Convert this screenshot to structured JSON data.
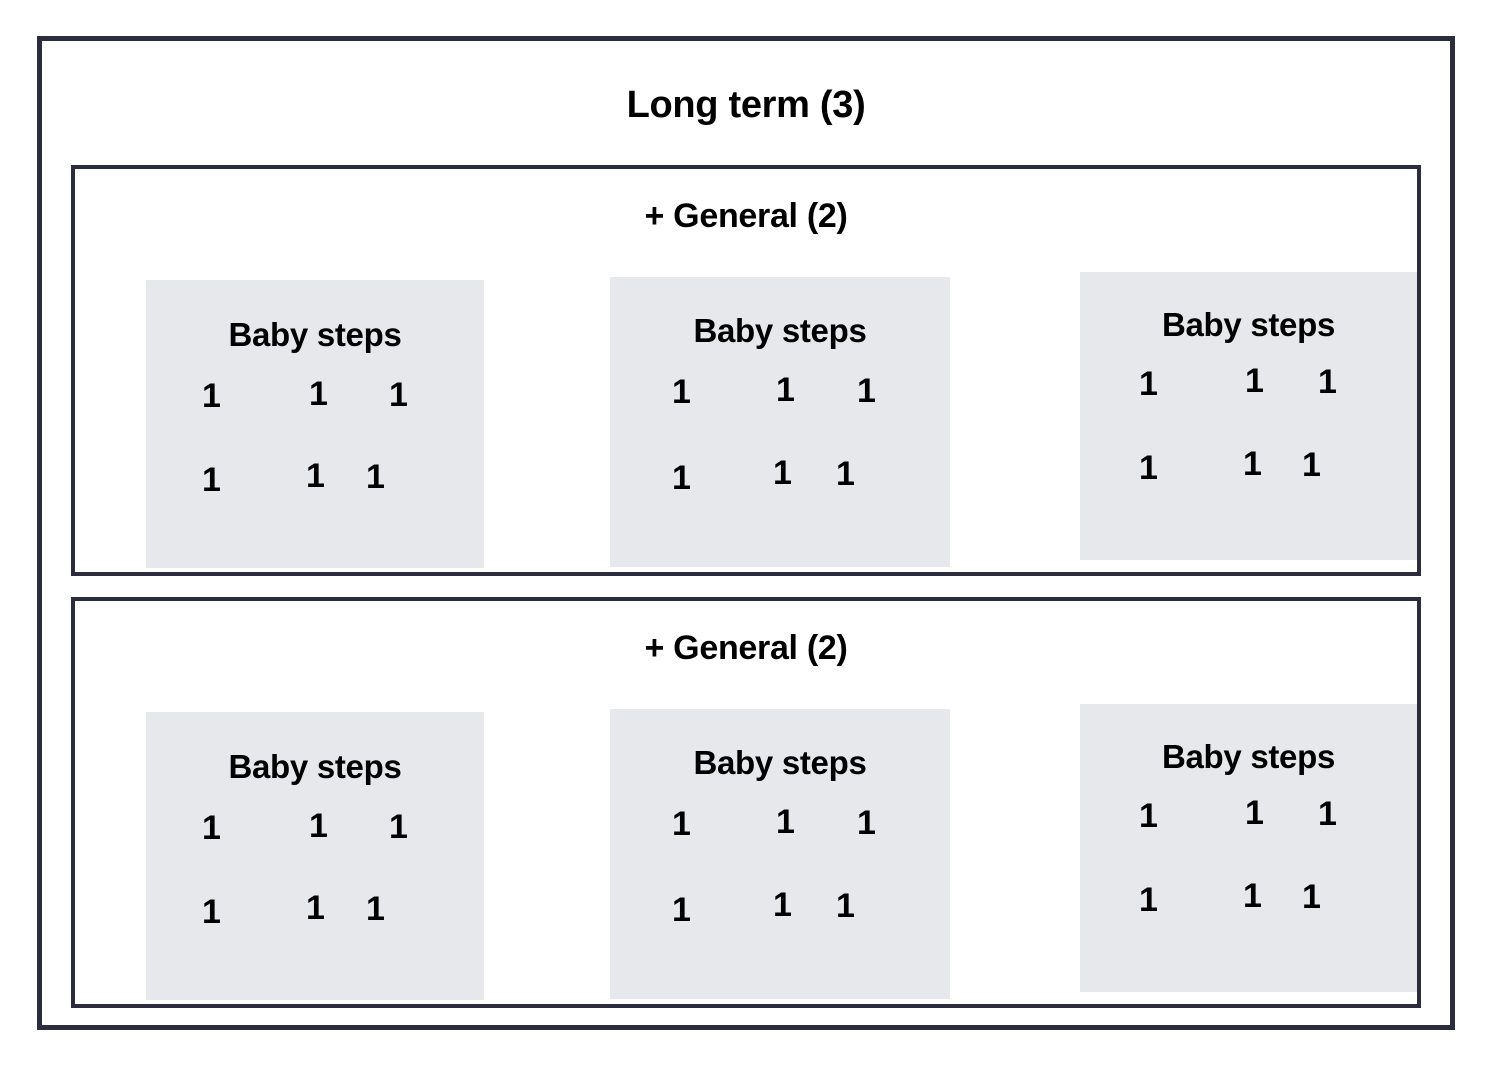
{
  "outer": {
    "title": "Long term (3)",
    "border_color": "#2b2d3c",
    "background": "#ffffff"
  },
  "panels": [
    {
      "title": "+ General (2)",
      "cards": [
        {
          "title": "Baby steps",
          "background": "#e7e8ec",
          "rows": [
            [
              "1",
              "1",
              "1"
            ],
            [
              "1",
              "1",
              "1"
            ]
          ]
        },
        {
          "title": "Baby steps",
          "background": "#e7e8ec",
          "rows": [
            [
              "1",
              "1",
              "1"
            ],
            [
              "1",
              "1",
              "1"
            ]
          ]
        },
        {
          "title": "Baby steps",
          "background": "#e7e8ec",
          "rows": [
            [
              "1",
              "1",
              "1"
            ],
            [
              "1",
              "1",
              "1"
            ]
          ]
        }
      ]
    },
    {
      "title": "+ General (2)",
      "cards": [
        {
          "title": "Baby steps",
          "background": "#e7e8ec",
          "rows": [
            [
              "1",
              "1",
              "1"
            ],
            [
              "1",
              "1",
              "1"
            ]
          ]
        },
        {
          "title": "Baby steps",
          "background": "#e7e8ec",
          "rows": [
            [
              "1",
              "1",
              "1"
            ],
            [
              "1",
              "1",
              "1"
            ]
          ]
        },
        {
          "title": "Baby steps",
          "background": "#e7e8ec",
          "rows": [
            [
              "1",
              "1",
              "1"
            ],
            [
              "1",
              "1",
              "1"
            ]
          ]
        }
      ]
    }
  ],
  "colors": {
    "border": "#2b2d3c",
    "card_fill": "#e7e8ec",
    "text": "#000000",
    "page_background": "#ffffff"
  }
}
